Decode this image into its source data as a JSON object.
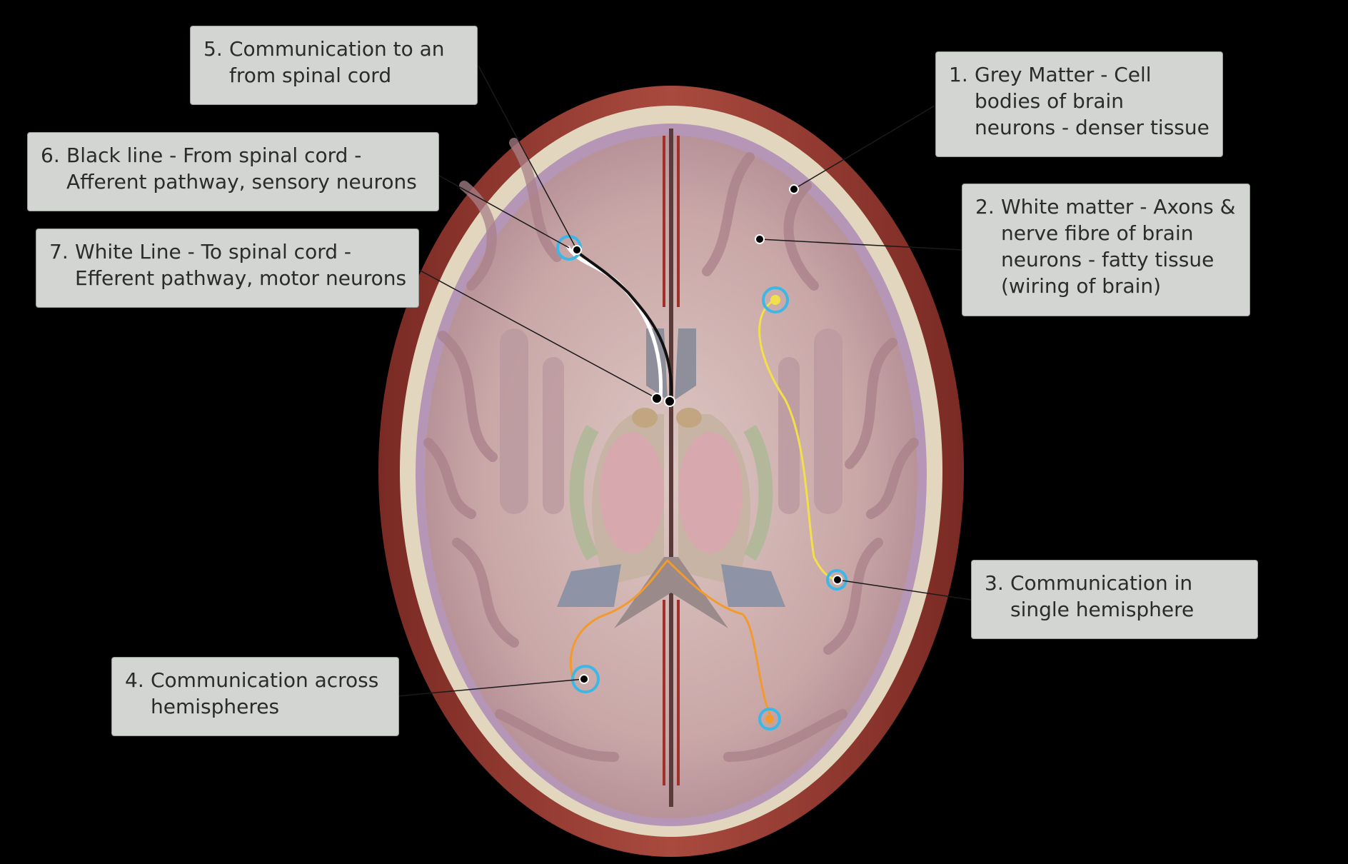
{
  "labels": [
    {
      "id": "c1",
      "number": "1.",
      "lines": [
        "Grey Matter - Cell",
        "bodies of brain",
        "neurons - denser tissue"
      ]
    },
    {
      "id": "c2",
      "number": "2.",
      "lines": [
        "White matter - Axons &",
        "nerve fibre of brain",
        "neurons - fatty tissue",
        "(wiring of brain)"
      ]
    },
    {
      "id": "c3",
      "number": "3.",
      "lines": [
        "Communication in",
        "single hemisphere"
      ]
    },
    {
      "id": "c4",
      "number": "4.",
      "lines": [
        "Communication across",
        "hemispheres"
      ]
    },
    {
      "id": "c5",
      "number": "5.",
      "lines": [
        "Communication to an",
        "from spinal cord"
      ]
    },
    {
      "id": "c6",
      "number": "6.",
      "lines": [
        "Black line - From spinal cord -",
        "Afferent pathway, sensory neurons"
      ]
    },
    {
      "id": "c7",
      "number": "7.",
      "lines": [
        "White Line - To spinal cord -",
        "Efferent pathway, motor neurons"
      ]
    }
  ],
  "colors": {
    "background": "#000000",
    "callout_fill": "#d3d5d2",
    "marker_ring": "#3cb7e6",
    "path_single_hemisphere": "#f2e04a",
    "path_across_hemispheres": "#f39a2e",
    "path_afferent": "#111111",
    "path_efferent": "#ffffff"
  },
  "icons": {
    "marker": "circle-marker-icon",
    "leader": "leader-line"
  }
}
